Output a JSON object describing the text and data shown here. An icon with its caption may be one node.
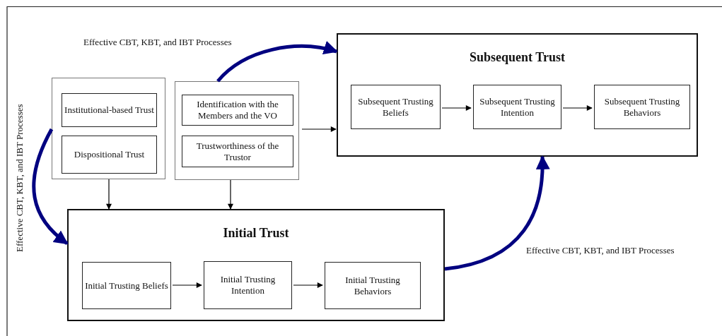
{
  "diagram": {
    "nodes": [
      {
        "text": [],
        "shape": "box"
      },
      {
        "text": [
          "Institutional-based Trust"
        ],
        "in": 0
      },
      {
        "text": [
          "Dispositional Trust"
        ],
        "in": 0
      },
      {
        "text": [],
        "shape": "box"
      },
      {
        "text": [
          "Identification with the Members and the VO"
        ],
        "in": 3
      },
      {
        "text": [
          "Trustworthiness of the Trustor"
        ],
        "in": 3
      },
      {
        "text": [
          "Subsequent Trust"
        ]
      },
      {
        "text": [
          "Subsequent Trusting Beliefs"
        ],
        "in": 6
      },
      {
        "text": [
          "Subsequent Trusting Intention"
        ],
        "in": 6
      },
      {
        "text": [
          "Subsequent Trusting Behaviors"
        ],
        "in": 6
      },
      {
        "text": [
          "Initial Trust"
        ]
      },
      {
        "text": [
          "Initial Trusting Beliefs"
        ],
        "in": 10
      },
      {
        "text": [
          "Initial Trusting Intention"
        ],
        "in": 10
      },
      {
        "text": [
          "Initial Trusting Behaviors"
        ],
        "in": 10
      }
    ],
    "edges": [
      {
        "from": 0,
        "to": 10,
        "arrow": "to"
      },
      {
        "from": 3,
        "to": 10,
        "arrow": "to"
      },
      {
        "from": 3,
        "to": 6,
        "arrow": "to"
      },
      {
        "from": 7,
        "to": 8,
        "arrow": "to"
      },
      {
        "from": 8,
        "to": 9,
        "arrow": "to"
      },
      {
        "from": 11,
        "to": 12,
        "arrow": "to"
      },
      {
        "from": 12,
        "to": 13,
        "arrow": "to"
      },
      {
        "from": 3,
        "to": 6,
        "arrow": "to",
        "label": "Effective CBT, KBT, and IBT Processes",
        "style": "thick",
        "color": "#000080"
      },
      {
        "from": 0,
        "to": 10,
        "arrow": "to",
        "label": "Effective CBT, KBT, and IBT Processes",
        "style": "thick",
        "color": "#000080"
      },
      {
        "from": 10,
        "to": 6,
        "arrow": "to",
        "label": "Effective CBT, KBT, and IBT Processes",
        "style": "thick",
        "color": "#000080"
      }
    ]
  }
}
